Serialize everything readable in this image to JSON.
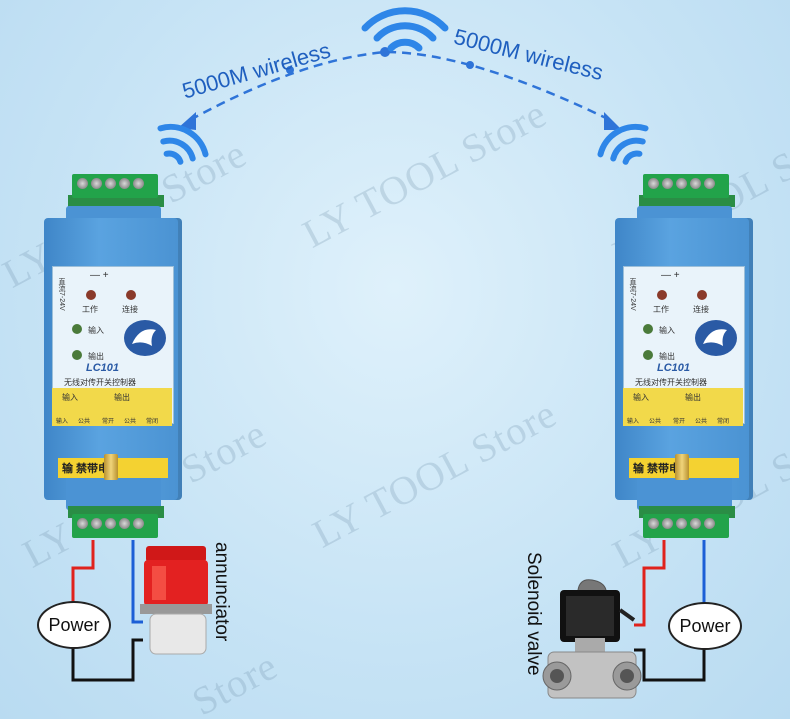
{
  "watermarks": [
    "LY TOOL Store",
    "LY TOOL Store",
    "LY TOOL Store",
    "LY TOOL Store",
    "LY TOOL Store",
    "LY TOOL Store",
    "Store"
  ],
  "wireless_left": "5000M wireless",
  "wireless_right": "5000M wireless",
  "device": {
    "model": "LC101",
    "title": "无线对传开关控制器",
    "led_work": "工作",
    "led_link": "连接",
    "led_input": "输入",
    "led_output": "输出",
    "term_input": "输入",
    "term_output": "输出",
    "term_labels": [
      "输入",
      "公共",
      "常开",
      "公共",
      "常闭"
    ],
    "polarity": "— +",
    "voltage": "直流7-24V",
    "warning": "输 禁带电"
  },
  "left_load_label": "annunciator",
  "right_load_label": "Solenoid valve",
  "power_left": "Power",
  "power_right": "Power",
  "colors": {
    "wire_red": "#e0221c",
    "wire_blue": "#1c5fd6",
    "wire_black": "#111111",
    "wireless": "#1f6fd6",
    "module_blue": "#4a92d2",
    "terminal_green": "#22a34a"
  }
}
